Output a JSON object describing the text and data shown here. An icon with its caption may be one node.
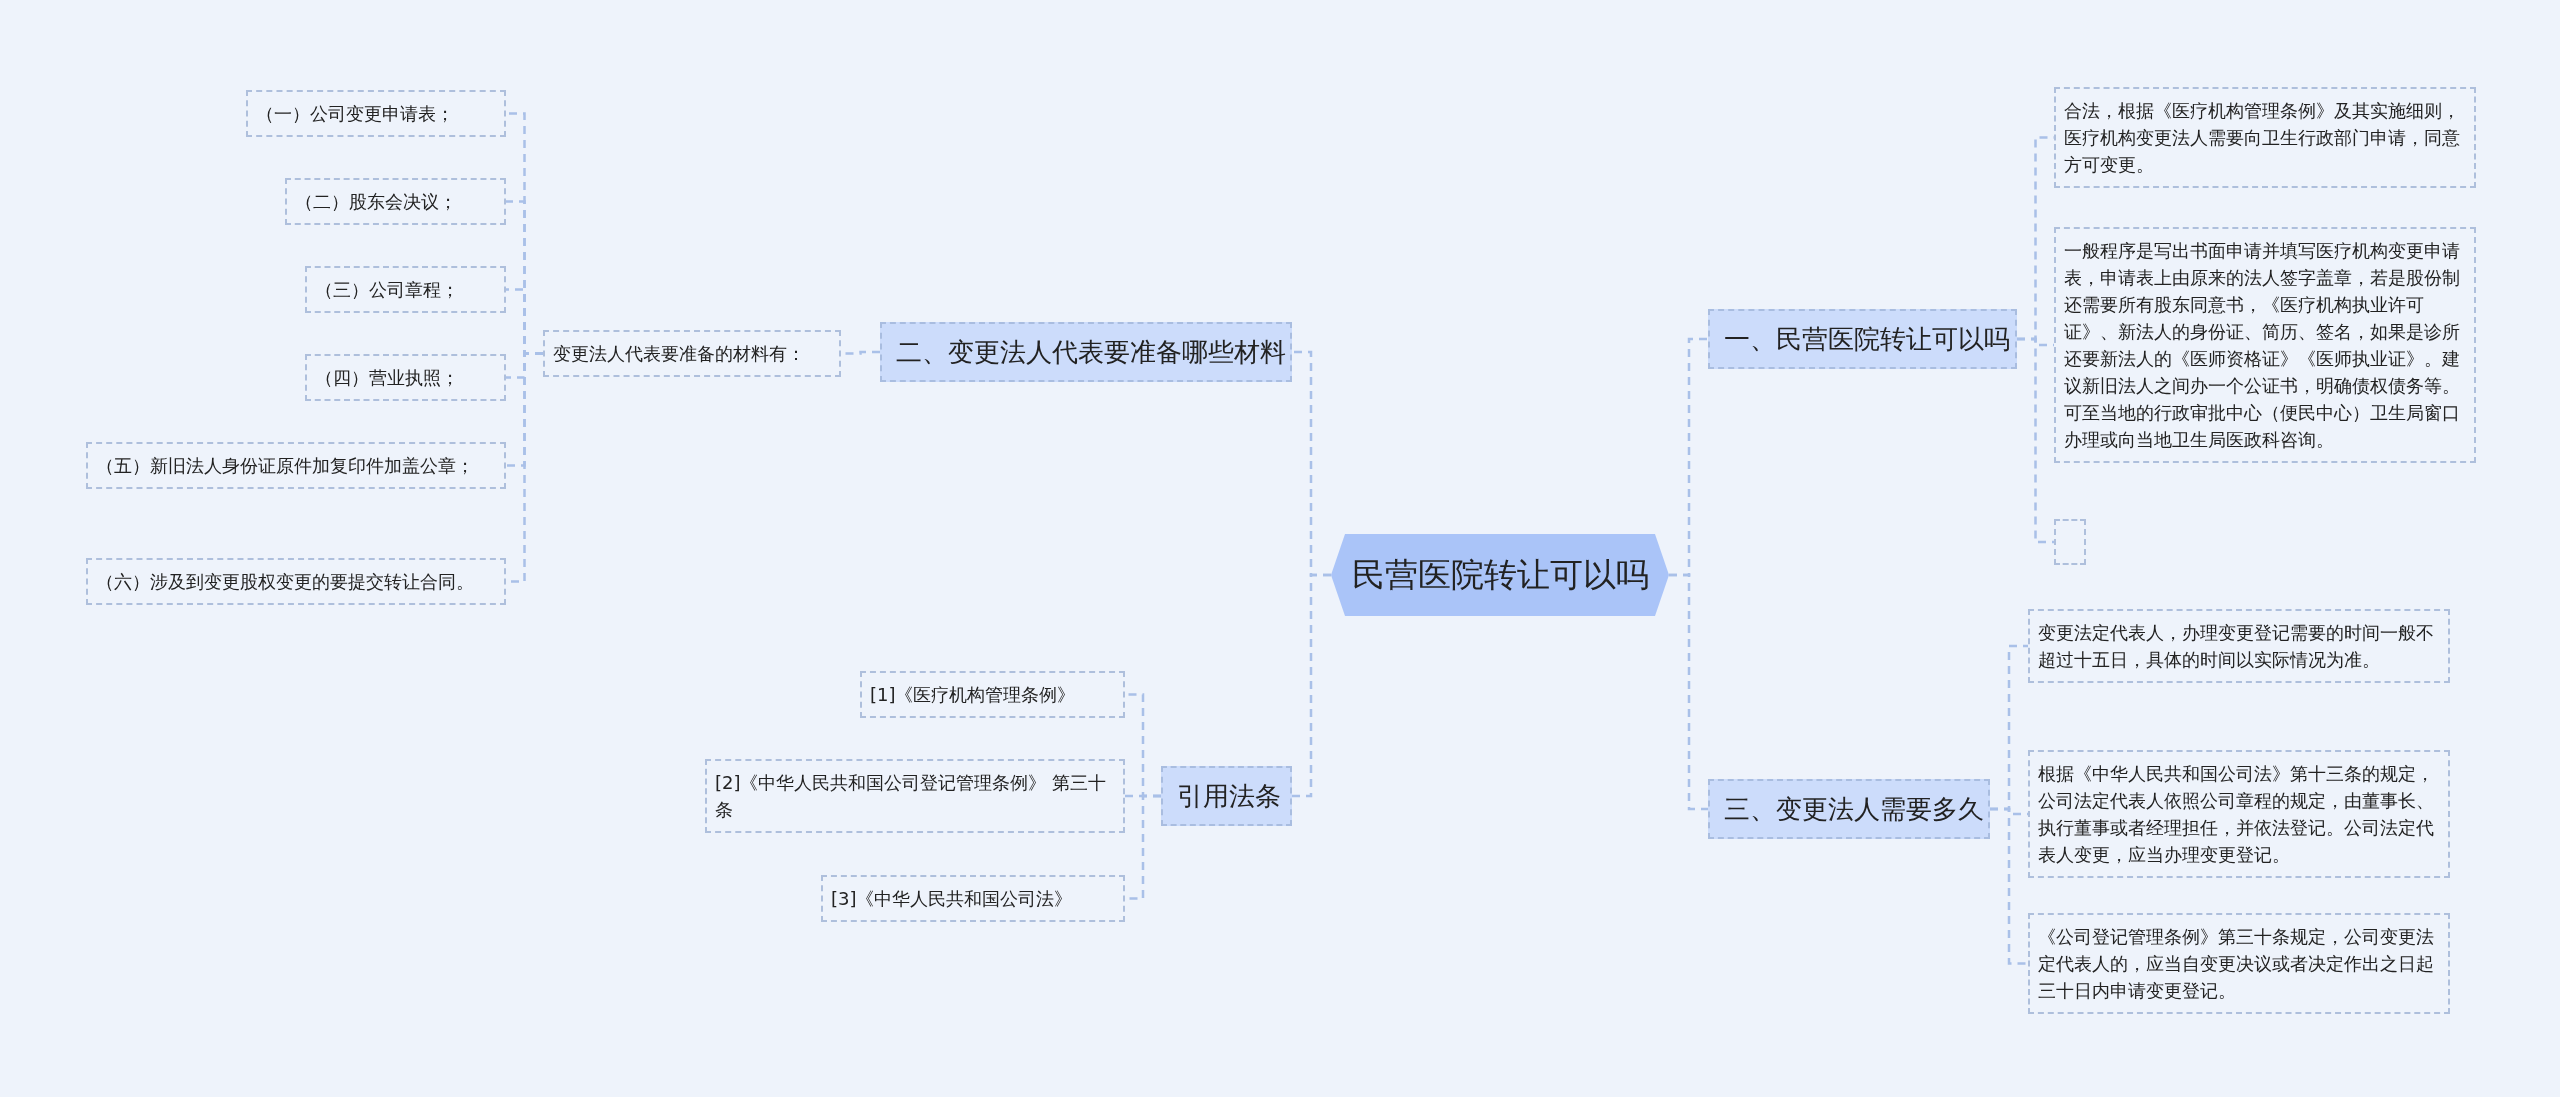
{
  "diagram": {
    "nodes": [
      {
        "text": [
          "民营医院转让可以吗"
        ]
      },
      {
        "text": [
          "一、民营医院转让可以吗"
        ]
      },
      {
        "text": [
          "合法，根据《医疗机构管理条例》及其实施细则，医疗机构变更法人需要向卫生行政部门申请，同意方可变更。"
        ]
      },
      {
        "text": [
          "一般程序是写出书面申请并填写医疗机构变更申请表，申请表上由原来的法人签字盖章，若是股份制还需要所有股东同意书，《医疗机构执业许可证》、新法人的身份证、简历、签名，如果是诊所还要新法人的《医师资格证》《医师执业证》。建议新旧法人之间办一个公证书，明确债权债务等。可至当地的行政审批中心（便民中心）卫生局窗口办理或向当地卫生局医政科咨询。"
        ]
      },
      {
        "text": [],
        "shape": "box"
      },
      {
        "text": [
          "三、变更法人需要多久"
        ]
      },
      {
        "text": [
          "变更法定代表人，办理变更登记需要的时间一般不超过十五日，具体的时间以实际情况为准。"
        ]
      },
      {
        "text": [
          "根据《中华人民共和国公司法》第十三条的规定，公司法定代表人依照公司章程的规定，由董事长、执行董事或者经理担任，并依法登记。公司法定代表人变更，应当办理变更登记。"
        ]
      },
      {
        "text": [
          "《公司登记管理条例》第三十条规定，公司变更法定代表人的，应当自变更决议或者决定作出之日起三十日内申请变更登记。"
        ]
      },
      {
        "text": [
          "二、变更法人代表要准备哪些材料"
        ]
      },
      {
        "text": [
          "变更法人代表要准备的材料有："
        ]
      },
      {
        "text": [
          "（一）公司变更申请表；"
        ]
      },
      {
        "text": [
          "（二）股东会决议；"
        ]
      },
      {
        "text": [
          "（三）公司章程；"
        ]
      },
      {
        "text": [
          "（四）营业执照；"
        ]
      },
      {
        "text": [
          "（五）新旧法人身份证原件加复印件加盖公章；"
        ]
      },
      {
        "text": [
          "（六）涉及到变更股权变更的要提交转让合同。"
        ]
      },
      {
        "text": [
          "引用法条"
        ]
      },
      {
        "text": [
          "[1]《医疗机构管理条例》"
        ]
      },
      {
        "text": [
          "[2]《中华人民共和国公司登记管理条例》 第三十条"
        ]
      },
      {
        "text": [
          "[3]《中华人民共和国公司法》"
        ]
      }
    ],
    "edges": [
      {
        "from": 0,
        "to": 1,
        "arrow": "none"
      },
      {
        "from": 1,
        "to": 2,
        "arrow": "none"
      },
      {
        "from": 1,
        "to": 3,
        "arrow": "none"
      },
      {
        "from": 1,
        "to": 4,
        "arrow": "none"
      },
      {
        "from": 0,
        "to": 5,
        "arrow": "none"
      },
      {
        "from": 5,
        "to": 6,
        "arrow": "none"
      },
      {
        "from": 5,
        "to": 7,
        "arrow": "none"
      },
      {
        "from": 5,
        "to": 8,
        "arrow": "none"
      },
      {
        "from": 0,
        "to": 9,
        "arrow": "none"
      },
      {
        "from": 9,
        "to": 10,
        "arrow": "none"
      },
      {
        "from": 10,
        "to": 11,
        "arrow": "none"
      },
      {
        "from": 10,
        "to": 12,
        "arrow": "none"
      },
      {
        "from": 10,
        "to": 13,
        "arrow": "none"
      },
      {
        "from": 10,
        "to": 14,
        "arrow": "none"
      },
      {
        "from": 10,
        "to": 15,
        "arrow": "none"
      },
      {
        "from": 10,
        "to": 16,
        "arrow": "none"
      },
      {
        "from": 0,
        "to": 17,
        "arrow": "none"
      },
      {
        "from": 17,
        "to": 18,
        "arrow": "none"
      },
      {
        "from": 17,
        "to": 19,
        "arrow": "none"
      },
      {
        "from": 17,
        "to": 20,
        "arrow": "none"
      }
    ]
  }
}
